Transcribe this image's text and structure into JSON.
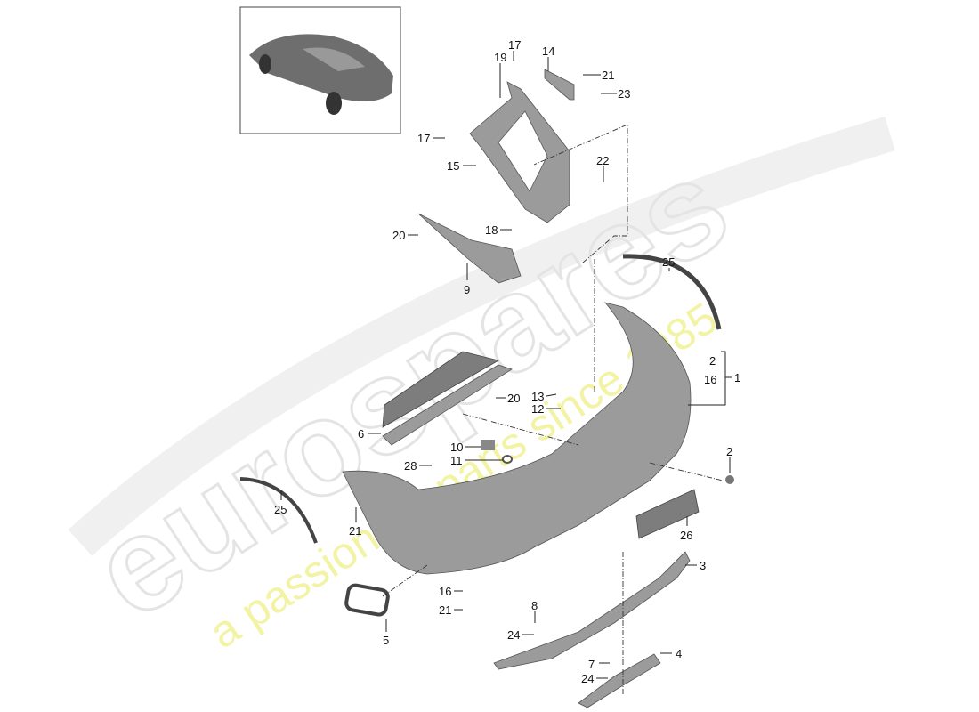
{
  "watermark": {
    "brand": "eurospares",
    "tagline": "a passion for parts since 1985",
    "brand_color": "#e8e8e8",
    "tagline_color": "#f3f3a6"
  },
  "thumbnail": {
    "name": "vehicle-overview"
  },
  "callouts": [
    "17",
    "19",
    "14",
    "21",
    "23",
    "17",
    "15",
    "22",
    "18",
    "20",
    "9",
    "25",
    "2",
    "16",
    "1",
    "13",
    "12",
    "20",
    "6",
    "10",
    "11",
    "28",
    "2",
    "25",
    "21",
    "26",
    "3",
    "16",
    "21",
    "8",
    "5",
    "24",
    "7",
    "24",
    "4"
  ]
}
